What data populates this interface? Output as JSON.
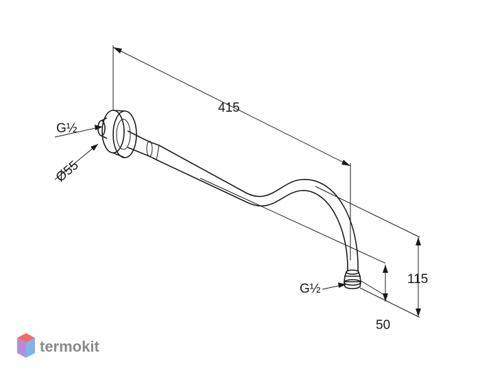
{
  "dimensions": {
    "length": "415",
    "height": "115",
    "drop": "50",
    "diameter": "Ø55",
    "thread_wall": "G½",
    "thread_outlet": "G½"
  },
  "brand": {
    "name": "termokit",
    "text_color": "#8a8a8a",
    "logo_colors": [
      "#f26b6b",
      "#7fb3e8",
      "#b28fd6"
    ]
  }
}
